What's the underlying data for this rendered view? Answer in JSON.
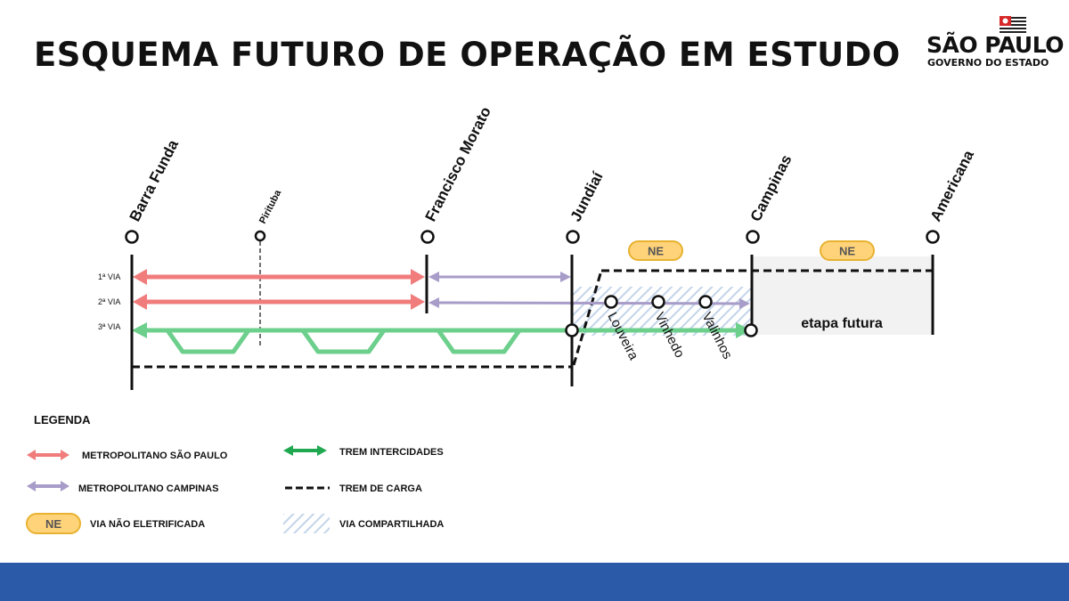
{
  "title": "ESQUEMA FUTURO DE OPERAÇÃO EM ESTUDO",
  "logo": {
    "line1": "SÃO PAULO",
    "line2": "GOVERNO DO ESTADO"
  },
  "stations": {
    "barra_funda": "Barra Funda",
    "pirituba": "Pirituba",
    "francisco_morato": "Francisco Morato",
    "jundiai": "Jundiaí",
    "campinas": "Campinas",
    "americana": "Americana",
    "louveira": "Louveira",
    "vinhedo": "Vinhedo",
    "valinhos": "Valinhos"
  },
  "tracks": {
    "via1": "1ª VIA",
    "via2": "2ª VIA",
    "via3": "3ª VIA"
  },
  "badges": {
    "ne1": "NE",
    "ne2": "NE"
  },
  "future_stage": "etapa futura",
  "legend": {
    "title": "LEGENDA",
    "metro_sp": "METROPOLITANO SÃO PAULO",
    "metro_campinas": "METROPOLITANO CAMPINAS",
    "ne_badge": "NE",
    "via_nao_eletrificada": "VIA NÃO ELETRIFICADA",
    "trem_intercidades": "TREM INTERCIDADES",
    "trem_carga": "TREM DE CARGA",
    "via_compartilhada": "VIA COMPARTILHADA"
  },
  "colors": {
    "metro_sp": "#f07c7c",
    "metro_campinas": "#a89cc8",
    "intercidades": "#6ccf8c",
    "ne_fill": "#ffd37a",
    "ne_stroke": "#e8b230",
    "footer": "#2a5aa8",
    "future_area": "#f2f2f2"
  }
}
